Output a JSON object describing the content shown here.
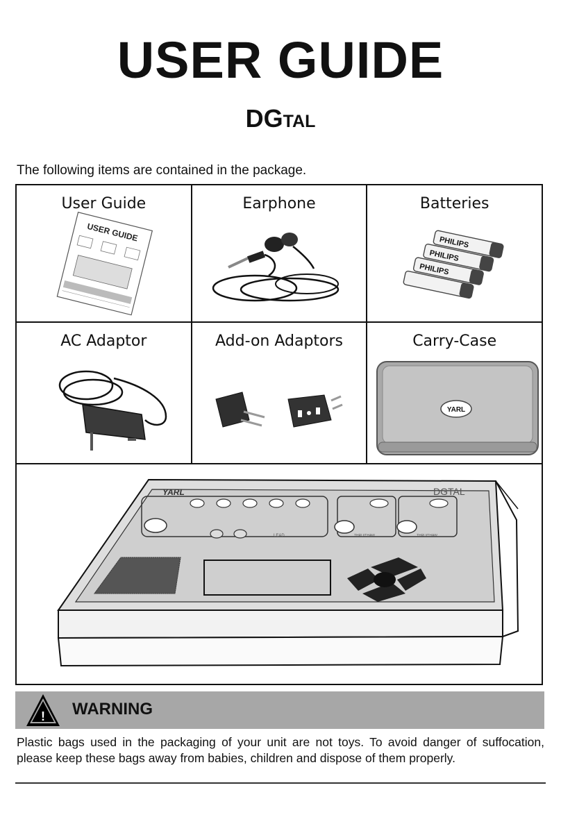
{
  "header": {
    "title": "USER GUIDE",
    "subtitle_main": "DG",
    "subtitle_small": "TAL"
  },
  "intro": "The following items are contained in the package.",
  "items": [
    {
      "label": "User Guide",
      "icon": "user-guide-booklet"
    },
    {
      "label": "Earphone",
      "icon": "earphone"
    },
    {
      "label": "Batteries",
      "icon": "batteries"
    },
    {
      "label": "AC Adaptor",
      "icon": "ac-adaptor"
    },
    {
      "label": "Add-on Adaptors",
      "icon": "plug-adaptors"
    },
    {
      "label": "Carry-Case",
      "icon": "carry-case"
    }
  ],
  "booklet": {
    "title": "USER GUIDE"
  },
  "battery_brand": "PHILIPS",
  "device": {
    "brand": "YARL",
    "model": "DGTAL",
    "led_label": "LEAD",
    "thru_label": "THRU/THAW"
  },
  "warning": {
    "title": "WARNING",
    "symbol": "!",
    "text": "Plastic bags used in the packaging of your unit are not toys. To avoid danger of suffocation, please keep these bags away from babies, children and dispose of them properly."
  }
}
